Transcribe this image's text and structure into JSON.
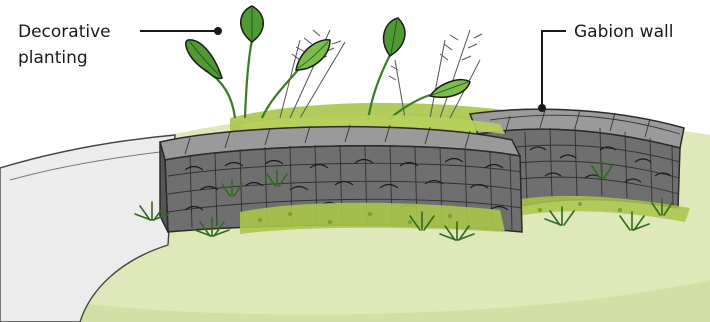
{
  "labels": {
    "decorative_planting": [
      "Decorative",
      "planting"
    ],
    "gabion_wall": "Gabion wall"
  },
  "colors": {
    "ground": "#dfe8b8",
    "ground_shadow": "#c9d89a",
    "path": "#ececec",
    "gabion_stone": "#6f6f6f",
    "gabion_dark": "#3a3a3a",
    "gabion_light": "#9a9a9a",
    "moss": "#a9c64a",
    "leaf": "#4f9a35",
    "leaf_light": "#7bbd4d",
    "grass": "#2f6b1f",
    "ink": "#1a1a1a"
  }
}
